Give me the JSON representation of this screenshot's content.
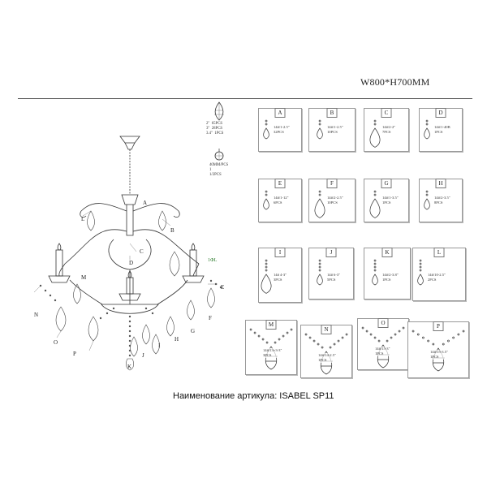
{
  "header": {
    "dimensions": "W800*H700MM"
  },
  "footer": {
    "article_label": "Наименование артикула:",
    "article_value": "ISABEL SP11"
  },
  "legend": {
    "crystal_spec": "2\"  65PCS\n3\"  28PCS\n3.4\"  1PCS",
    "ball_spec": "40MM/PCS\n1\n1/2PCS"
  },
  "callouts": [
    "A",
    "B",
    "C",
    "D",
    "E",
    "F",
    "G",
    "H",
    "I",
    "J",
    "K",
    "L",
    "M",
    "N",
    "O",
    "P"
  ],
  "fixture_note": "1ФL",
  "parts": [
    {
      "letter": "A",
      "spec": "14#/1-2.5\"\n32PCS"
    },
    {
      "letter": "B",
      "spec": "14#/1-2.5\"\n10PCS"
    },
    {
      "letter": "C",
      "spec": "14#/2-2\"\n7PCS"
    },
    {
      "letter": "D",
      "spec": "14#/1-40B\n1PCS"
    },
    {
      "letter": "E",
      "spec": "14#/1-12\"\n6PCS"
    },
    {
      "letter": "F",
      "spec": "14#/2-2.5\"\n10PCS"
    },
    {
      "letter": "G",
      "spec": "14#/1-3.5\"\n1PCS"
    },
    {
      "letter": "H",
      "spec": "14#/2-3.5\"\n8PCS"
    },
    {
      "letter": "I",
      "spec": "14# 4-3\"\n3PCS"
    },
    {
      "letter": "J",
      "spec": "14# 6-3\"\n5PCS"
    },
    {
      "letter": "K",
      "spec": "14#/2-3.8\"\n1PCS"
    },
    {
      "letter": "L",
      "spec": "14#/10-2.5\"\n2PCS"
    },
    {
      "letter": "M",
      "spec": "14#/13+3-3\"\n3PCS"
    },
    {
      "letter": "N",
      "spec": "14#/14-2.5\"\n1PCS"
    },
    {
      "letter": "O",
      "spec": "14#/15-3\"\n1PCS"
    },
    {
      "letter": "P",
      "spec": "14#/15-3.5\"\n1PCS"
    }
  ]
}
